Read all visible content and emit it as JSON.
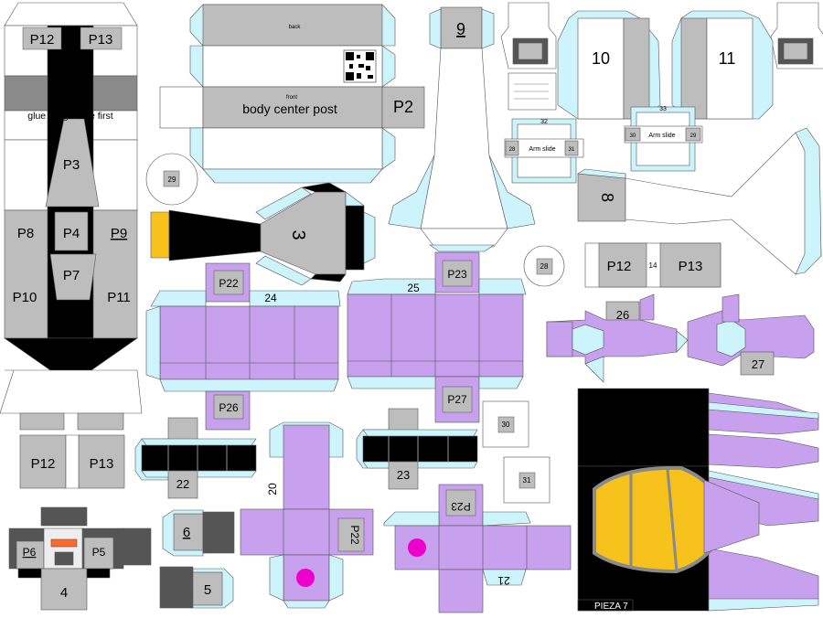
{
  "colors": {
    "gray": "#bdbdbd",
    "dark_gray": "#8a8a8a",
    "black": "#000000",
    "purple": "#c7a0ee",
    "light_blue": "#cdf3fb",
    "yellow": "#f7c21b",
    "magenta": "#ee00cc",
    "white": "#ffffff"
  },
  "labels": {
    "glue_wings": "glue wings here first",
    "back": "back",
    "front": "front",
    "body_center_post": "body center post",
    "arm_slide": "Arm slide",
    "pieza_7": "PIEZA   7"
  },
  "parts": {
    "p2": "P2",
    "p3": "P3",
    "p4": "P4",
    "p5": "P5",
    "p6": "P6",
    "p7": "P7",
    "p8": "P8",
    "p9": "P9",
    "p10": "P10",
    "p11": "P11",
    "p12": "P12",
    "p13": "P13",
    "p22": "P22",
    "p23": "P23",
    "p26": "P26",
    "p27": "P27",
    "n3": "3",
    "n4": "4",
    "n5": "5",
    "n6": "6",
    "n8": "8",
    "n9": "9",
    "n10": "10",
    "n11": "11",
    "n14": "14",
    "n20": "20",
    "n21": "21",
    "n22": "22",
    "n23": "23",
    "n24": "24",
    "n25": "25",
    "n26": "26",
    "n27": "27",
    "n28": "28",
    "n29": "29",
    "n30": "30",
    "n31": "31",
    "n32": "32",
    "n33": "33"
  }
}
